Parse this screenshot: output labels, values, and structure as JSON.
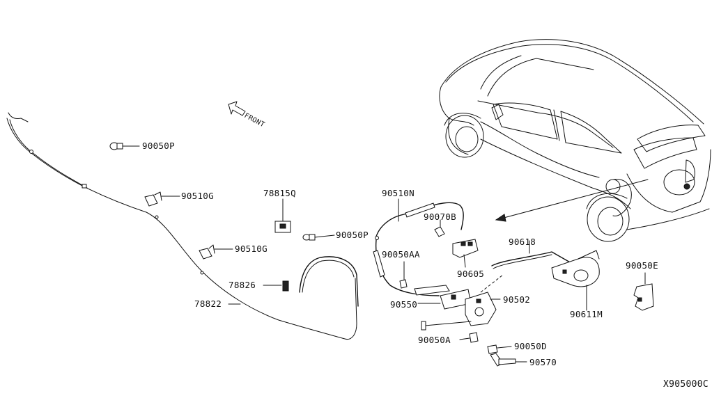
{
  "diagram": {
    "front_label": "FRONT",
    "drawing_id": "X905000C",
    "parts": [
      {
        "id": "p-90050p-top",
        "label": "90050P"
      },
      {
        "id": "p-90510g-top",
        "label": "90510G"
      },
      {
        "id": "p-78815q",
        "label": "78815Q"
      },
      {
        "id": "p-90050p-mid",
        "label": "90050P"
      },
      {
        "id": "p-90510g-mid",
        "label": "90510G"
      },
      {
        "id": "p-78826",
        "label": "78826"
      },
      {
        "id": "p-78822",
        "label": "78822"
      },
      {
        "id": "p-90510n",
        "label": "90510N"
      },
      {
        "id": "p-90070b",
        "label": "90070B"
      },
      {
        "id": "p-90050aa",
        "label": "90050AA"
      },
      {
        "id": "p-90605",
        "label": "90605"
      },
      {
        "id": "p-90618",
        "label": "90618"
      },
      {
        "id": "p-90550",
        "label": "90550"
      },
      {
        "id": "p-90502",
        "label": "90502"
      },
      {
        "id": "p-90050a",
        "label": "90050A"
      },
      {
        "id": "p-90050d",
        "label": "90050D"
      },
      {
        "id": "p-90570",
        "label": "90570"
      },
      {
        "id": "p-90611m",
        "label": "90611M"
      },
      {
        "id": "p-90050e",
        "label": "90050E"
      }
    ]
  }
}
